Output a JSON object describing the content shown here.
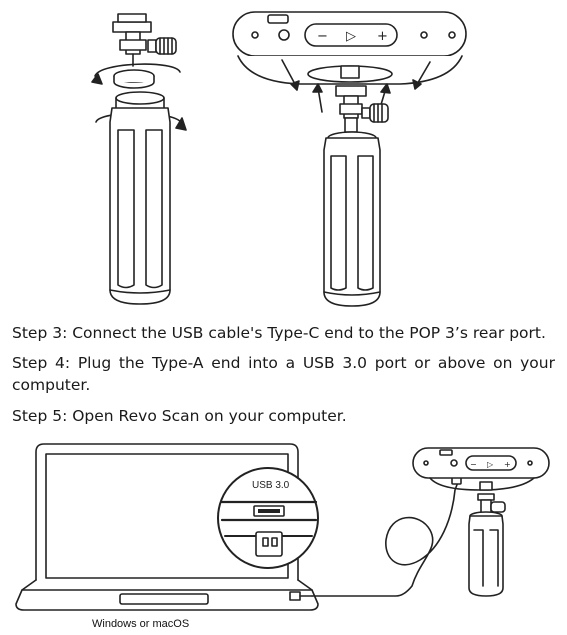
{
  "steps": [
    "Step 3: Connect the USB cable's Type-C end to the POP 3’s rear port.",
    "Step 4: Plug the Type-A end into a USB 3.0 port or above on your computer.",
    "Step 5: Open Revo Scan on your computer."
  ],
  "usb_port_label": "USB 3.0",
  "laptop_caption": "Windows or macOS",
  "scanner_buttons": [
    "−",
    "▷",
    "+"
  ]
}
